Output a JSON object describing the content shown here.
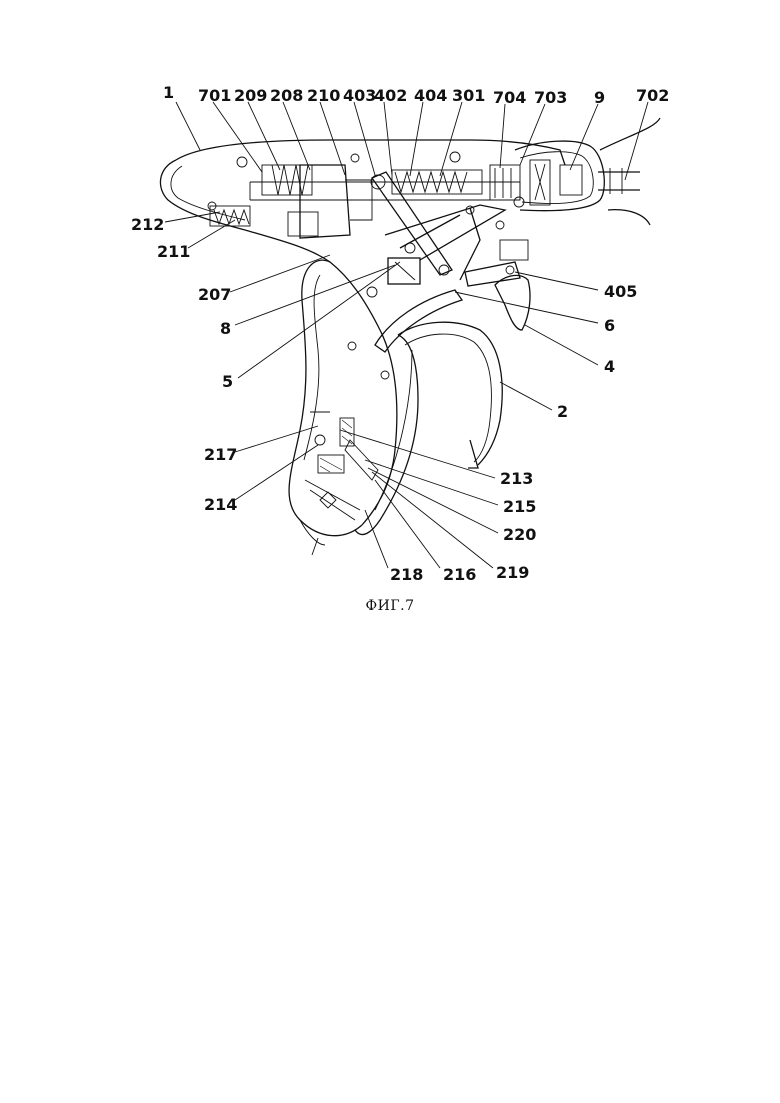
{
  "figure": {
    "caption": "ФИГ.7",
    "labels": [
      {
        "id": "1",
        "text": "1"
      },
      {
        "id": "701",
        "text": "701"
      },
      {
        "id": "209",
        "text": "209"
      },
      {
        "id": "208",
        "text": "208"
      },
      {
        "id": "210",
        "text": "210"
      },
      {
        "id": "403",
        "text": "403"
      },
      {
        "id": "402",
        "text": "402"
      },
      {
        "id": "404",
        "text": "404"
      },
      {
        "id": "301",
        "text": "301"
      },
      {
        "id": "704",
        "text": "704"
      },
      {
        "id": "703",
        "text": "703"
      },
      {
        "id": "9",
        "text": "9"
      },
      {
        "id": "702",
        "text": "702"
      },
      {
        "id": "212",
        "text": "212"
      },
      {
        "id": "211",
        "text": "211"
      },
      {
        "id": "207",
        "text": "207"
      },
      {
        "id": "8",
        "text": "8"
      },
      {
        "id": "5",
        "text": "5"
      },
      {
        "id": "405",
        "text": "405"
      },
      {
        "id": "6",
        "text": "6"
      },
      {
        "id": "4",
        "text": "4"
      },
      {
        "id": "2",
        "text": "2"
      },
      {
        "id": "217",
        "text": "217"
      },
      {
        "id": "213",
        "text": "213"
      },
      {
        "id": "214",
        "text": "214"
      },
      {
        "id": "215",
        "text": "215"
      },
      {
        "id": "220",
        "text": "220"
      },
      {
        "id": "218",
        "text": "218"
      },
      {
        "id": "216",
        "text": "216"
      },
      {
        "id": "219",
        "text": "219"
      }
    ]
  }
}
